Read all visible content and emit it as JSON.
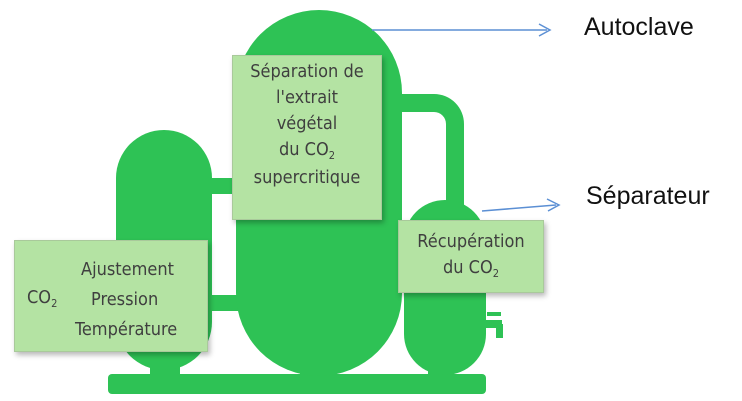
{
  "diagram": {
    "colors": {
      "vessel": "#2ec255",
      "label_box": "#b4e3a3",
      "arrow": "#5b8fd4",
      "text": "#3f3f3f"
    },
    "callouts": {
      "autoclave": "Autoclave",
      "separator": "Séparateur"
    },
    "boxes": {
      "separation": {
        "line1": "Séparation de",
        "line2": "l'extrait",
        "line3": "végétal",
        "line4_prefix": "du CO",
        "line4_sub": "2",
        "line5": "supercritique"
      },
      "recovery": {
        "line1": "Récupération",
        "line2_prefix": "du CO",
        "line2_sub": "2"
      },
      "adjustment": {
        "co2_prefix": "CO",
        "co2_sub": "2",
        "line1": "Ajustement",
        "line2": "Pression",
        "line3": "Température"
      }
    }
  }
}
